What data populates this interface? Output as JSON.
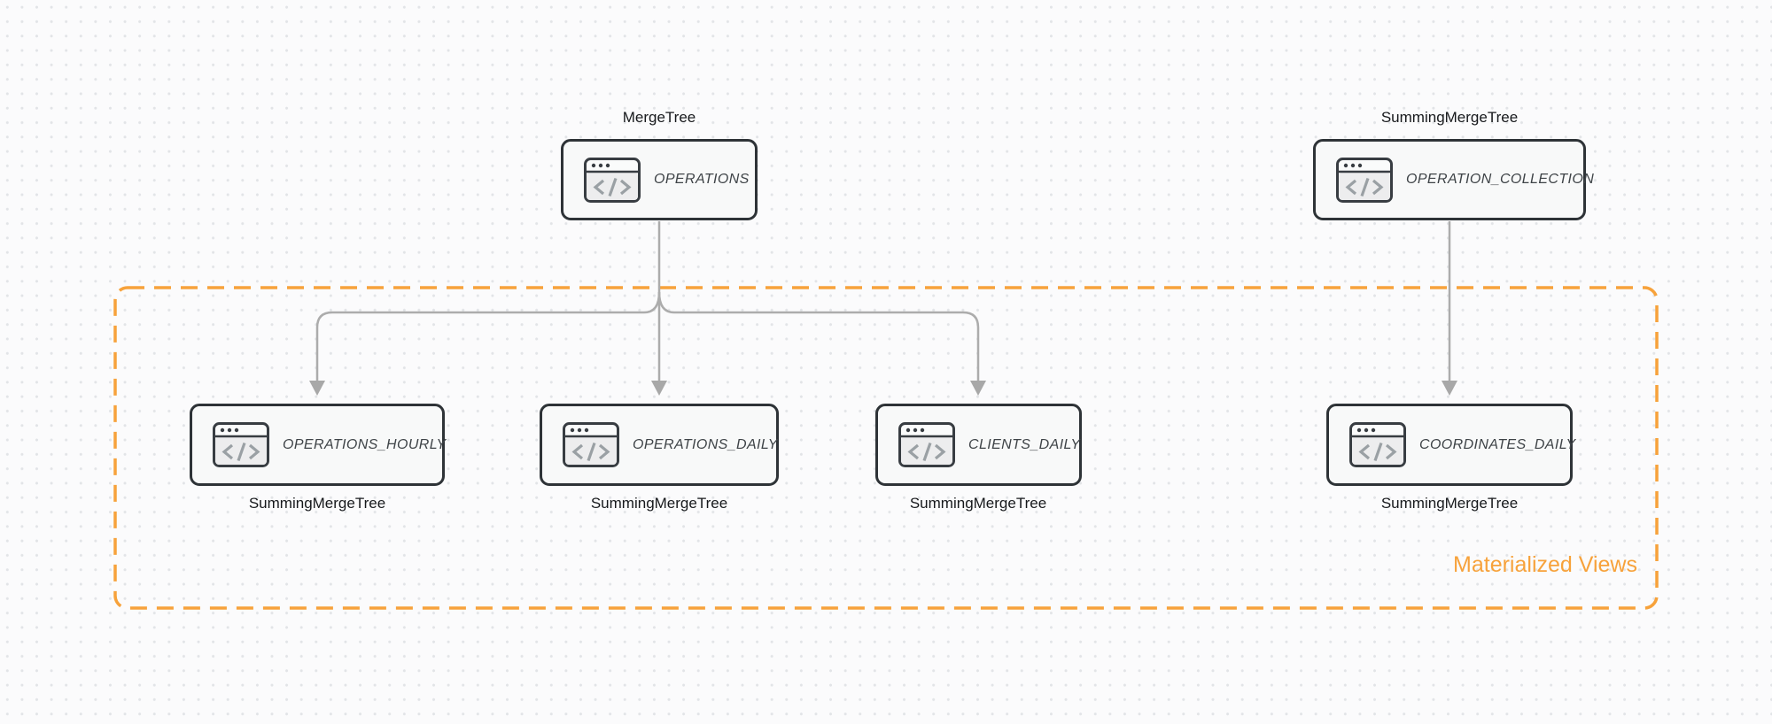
{
  "canvas": {
    "background_color": "#fbfbfc",
    "dot_color": "#e2e4e7"
  },
  "group": {
    "label": "Materialized Views",
    "border_color": "#f7a23b",
    "label_color": "#f7a23b",
    "border_style": "dashed"
  },
  "nodes": [
    {
      "id": "operations",
      "title": "OPERATIONS",
      "engine": "MergeTree",
      "engine_label_position": "top",
      "icon": "code-window-icon",
      "in_group": false
    },
    {
      "id": "operation-collection",
      "title": "OPERATION_COLLECTION",
      "engine": "SummingMergeTree",
      "engine_label_position": "top",
      "icon": "code-window-icon",
      "in_group": false
    },
    {
      "id": "operations-hourly",
      "title": "OPERATIONS_HOURLY",
      "engine": "SummingMergeTree",
      "engine_label_position": "bottom",
      "icon": "code-window-icon",
      "in_group": true
    },
    {
      "id": "operations-daily",
      "title": "OPERATIONS_DAILY",
      "engine": "SummingMergeTree",
      "engine_label_position": "bottom",
      "icon": "code-window-icon",
      "in_group": true
    },
    {
      "id": "clients-daily",
      "title": "CLIENTS_DAILY",
      "engine": "SummingMergeTree",
      "engine_label_position": "bottom",
      "icon": "code-window-icon",
      "in_group": true
    },
    {
      "id": "coordinates-daily",
      "title": "COORDINATES_DAILY",
      "engine": "SummingMergeTree",
      "engine_label_position": "bottom",
      "icon": "code-window-icon",
      "in_group": true
    }
  ],
  "edges": [
    {
      "from": "operations",
      "to": "operations-hourly",
      "style": "arrow"
    },
    {
      "from": "operations",
      "to": "operations-daily",
      "style": "arrow"
    },
    {
      "from": "operations",
      "to": "clients-daily",
      "style": "arrow"
    },
    {
      "from": "operation-collection",
      "to": "coordinates-daily",
      "style": "arrow"
    }
  ],
  "edge_color": "#acacac",
  "node_style": {
    "border_color": "#2e3337",
    "fill_color": "#f8f9f9",
    "title_color": "#3e4347"
  }
}
